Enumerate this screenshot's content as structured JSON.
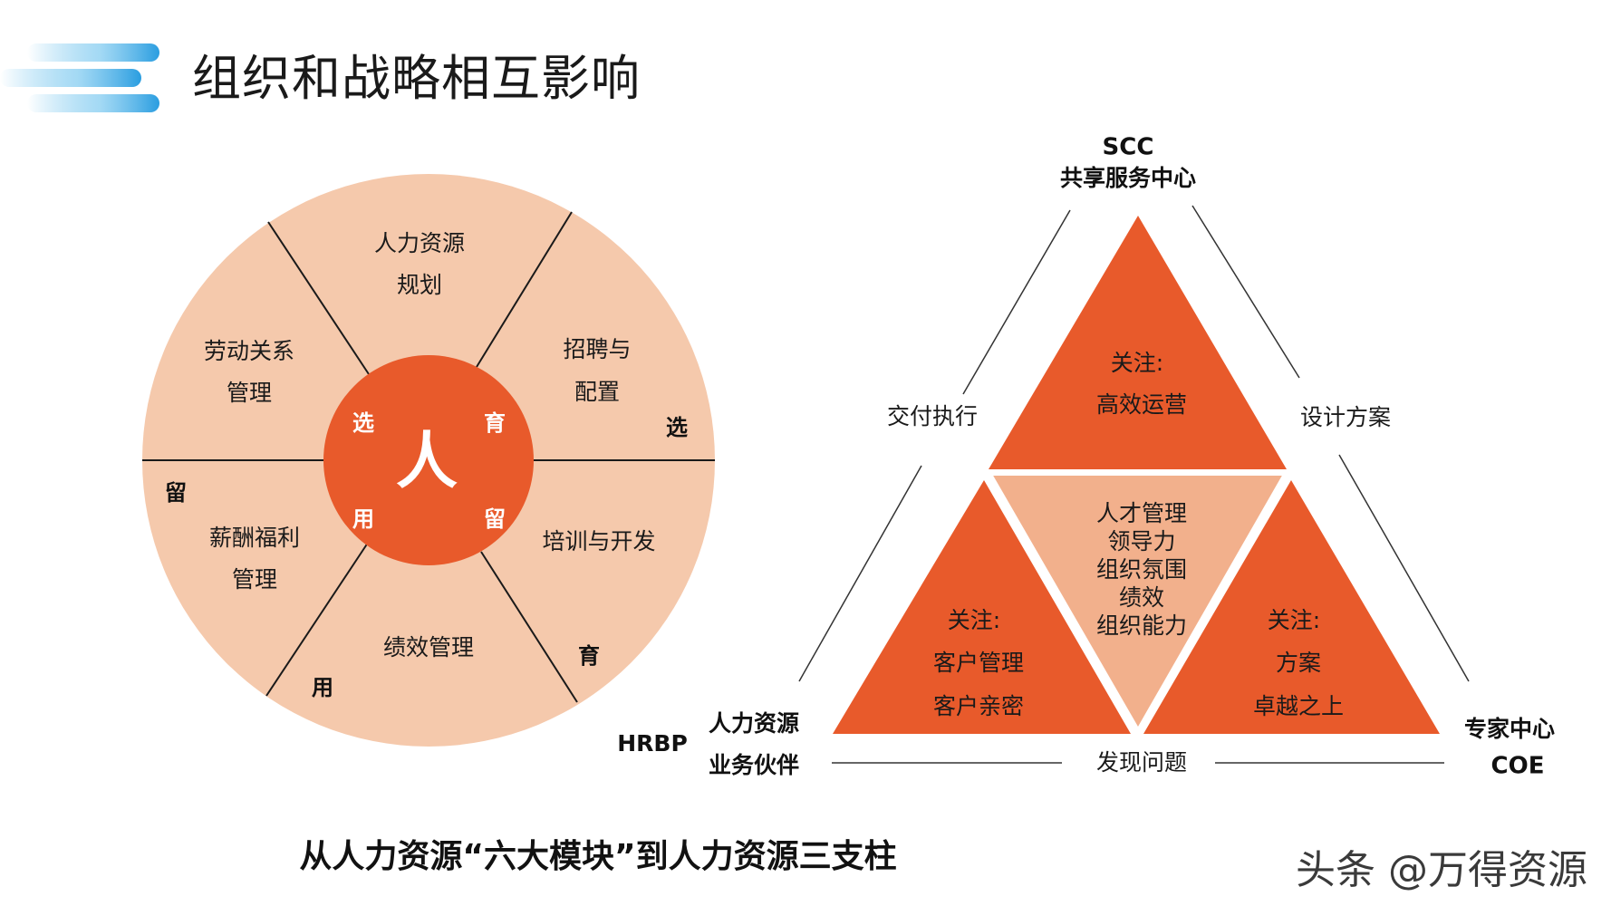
{
  "header": {
    "title": "组织和战略相互影响"
  },
  "wheel": {
    "center": "人",
    "inner_labels": {
      "top_left": "选",
      "top_right": "育",
      "bottom_left": "用",
      "bottom_right": "留"
    },
    "segments": {
      "top": [
        "人力资源",
        "规划"
      ],
      "upper_right": [
        "招聘与",
        "配置"
      ],
      "lower_right": [
        "培训与开发"
      ],
      "bottom": [
        "绩效管理"
      ],
      "lower_left": [
        "薪酬福利",
        "管理"
      ],
      "upper_left": [
        "劳动关系",
        "管理"
      ]
    },
    "outer_labels": {
      "right_upper": "选",
      "right_lower": "育",
      "bottom_left": "用",
      "left": "留"
    }
  },
  "triangle": {
    "scc": {
      "abbr": "SCC",
      "name": "共享服务中心"
    },
    "hrbp": {
      "abbr": "HRBP",
      "name_line1": "人力资源",
      "name_line2": "业务伙伴"
    },
    "coe": {
      "name": "专家中心",
      "abbr": "COE"
    },
    "top_focus": [
      "关注:",
      "高效运营"
    ],
    "left_focus": [
      "关注:",
      "客户管理",
      "客户亲密"
    ],
    "right_focus": [
      "关注:",
      "方案",
      "卓越之上"
    ],
    "center": [
      "人才管理",
      "领导力",
      "组织氛围",
      "绩效",
      "组织能力"
    ],
    "edge_labels": {
      "left": "交付执行",
      "right": "设计方案",
      "bottom": "发现问题"
    }
  },
  "caption": "从人力资源“六大模块”到人力资源三支柱",
  "watermark": "头条 @万得资源",
  "colors": {
    "accent": "#e85a2b",
    "wheel_light": "#f5c9ac",
    "center_tri": "#f2b08c",
    "title_bar": "#4ab3e8"
  }
}
